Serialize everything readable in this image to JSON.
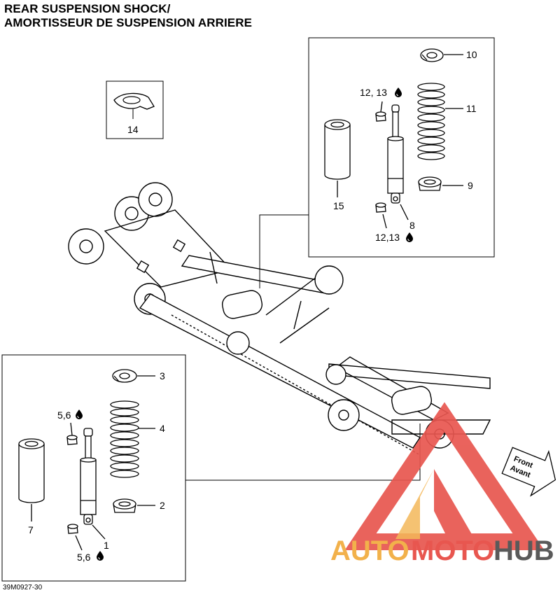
{
  "title": {
    "line1": "REAR SUSPENSION SHOCK/",
    "line2": "AMORTISSEUR DE SUSPENSION ARRIERE"
  },
  "diagram_code": "39M0927-30",
  "callouts": {
    "c1": "1",
    "c2": "2",
    "c3": "3",
    "c4": "4",
    "c56_top": "5,6",
    "c56_bottom": "5,6",
    "c7": "7",
    "c8": "8",
    "c9": "9",
    "c10": "10",
    "c11": "11",
    "c1213_top": "12, 13",
    "c1213_bottom": "12,13",
    "c14": "14",
    "c15": "15"
  },
  "direction_arrow": {
    "line1": "Front",
    "line2": "Avant"
  },
  "watermark": {
    "part1": "AUTO",
    "part2": "MOTO",
    "part3": "HUB"
  },
  "colors": {
    "watermark_orange": "#f2b14b",
    "watermark_red": "#e8564f",
    "watermark_gray": "#5a5a5a",
    "line": "#000000"
  },
  "icons": [
    "oil-drop-icon",
    "front-arrow-icon",
    "watermark-triangle-logo"
  ]
}
